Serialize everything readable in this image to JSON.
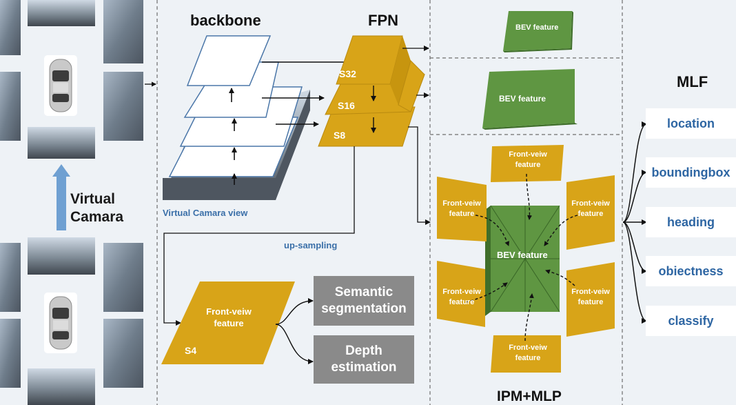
{
  "backbone": {
    "title": "backbone",
    "caption": "Virtual Camara view"
  },
  "fpn": {
    "title": "FPN",
    "levels": [
      "S32",
      "S16",
      "S8"
    ]
  },
  "camera": {
    "line1": "Virtual",
    "line2": "Camara"
  },
  "upsampling": "up-sampling",
  "front_feature": {
    "line1": "Front-veiw",
    "line2": "feature",
    "level": "S4"
  },
  "tasks": {
    "semantic_line1": "Semantic",
    "semantic_line2": "segmentation",
    "depth_line1": "Depth",
    "depth_line2": "estimation"
  },
  "bev": {
    "top": "BEV feature",
    "mid": "BEV feature",
    "center": "BEV feature"
  },
  "ipm": {
    "title": "IPM+MLP",
    "fv_line1": "Front-veiw",
    "fv_line2": "feature"
  },
  "mlf": {
    "title": "MLF",
    "items": [
      "location",
      "boundingbox",
      "heading",
      "obiectness",
      "classify"
    ]
  },
  "colors": {
    "fpn_gold": "#d8a418",
    "fpn_gold_dark": "#b98a10",
    "bev_green": "#5f9642",
    "bev_green_dark": "#3f6e2a",
    "task_gray": "#8a8a8a",
    "mlf_text": "#2e66a3",
    "label_blue": "#3a6fa8"
  },
  "icons": [
    "car-icon",
    "camera-photo-icon",
    "up-arrow-icon",
    "curved-branch-icon"
  ]
}
